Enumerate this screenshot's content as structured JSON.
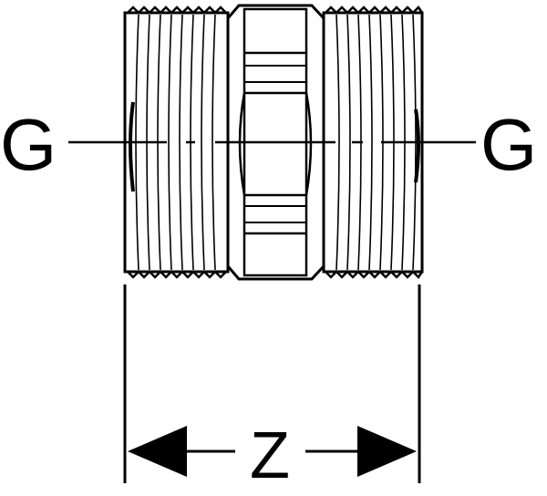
{
  "labels": {
    "left_thread": "G",
    "right_thread": "G",
    "length": "Z"
  },
  "colors": {
    "stroke": "#000000",
    "background": "#ffffff"
  }
}
